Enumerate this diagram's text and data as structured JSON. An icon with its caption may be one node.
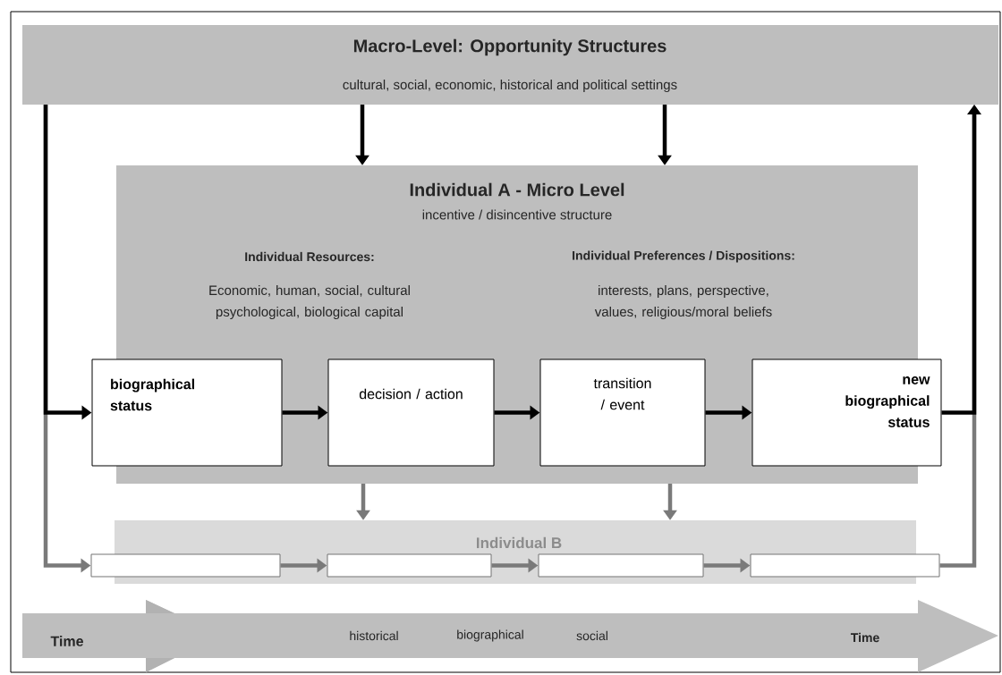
{
  "diagram": {
    "nodes": [
      {
        "text": [
          "Macro-Level: Opportunity Structures",
          "cultural, social, economic, historical and political settings"
        ]
      },
      {
        "text": [
          "Individual A - Micro Level",
          "incentive / disincentive structure",
          "Individual Resources:",
          "Economic, human, social, cultural psychological, biological capital",
          "Individual Preferences / Dispositions:",
          "interests, plans, perspective, values, religious/moral beliefs"
        ]
      },
      {
        "text": [
          "biographical status"
        ]
      },
      {
        "text": [
          "decision / action"
        ],
        "in": 1
      },
      {
        "text": [
          "transition / event"
        ],
        "in": 1
      },
      {
        "text": [
          "new biographical status"
        ]
      },
      {
        "text": [
          "Individual B"
        ]
      },
      {
        "text": [],
        "shape": "box"
      },
      {
        "text": [],
        "shape": "box",
        "in": 6
      },
      {
        "text": [],
        "shape": "box",
        "in": 6
      },
      {
        "text": [],
        "shape": "box"
      },
      {
        "text": [
          "Time",
          "historical",
          "biographical",
          "social",
          "Time"
        ]
      }
    ],
    "edges": [
      {
        "from": 0,
        "to": 1,
        "arrow": "to"
      },
      {
        "from": 0,
        "to": 1,
        "arrow": "to"
      },
      {
        "from": 0,
        "to": 2,
        "arrow": "to"
      },
      {
        "from": 2,
        "to": 3,
        "arrow": "to"
      },
      {
        "from": 3,
        "to": 4,
        "arrow": "to"
      },
      {
        "from": 4,
        "to": 5,
        "arrow": "to"
      },
      {
        "from": 5,
        "to": 0,
        "arrow": "to"
      },
      {
        "from": 1,
        "to": 6,
        "arrow": "to",
        "color": "#7a7a7a"
      },
      {
        "from": 1,
        "to": 6,
        "arrow": "to",
        "color": "#7a7a7a"
      },
      {
        "from": 0,
        "to": 7,
        "arrow": "to",
        "color": "#7a7a7a"
      },
      {
        "from": 7,
        "to": 8,
        "arrow": "to",
        "color": "#7a7a7a"
      },
      {
        "from": 8,
        "to": 9,
        "arrow": "to",
        "color": "#7a7a7a"
      },
      {
        "from": 9,
        "to": 10,
        "arrow": "to",
        "color": "#7a7a7a"
      },
      {
        "from": 10,
        "to": 0,
        "arrow": "to",
        "color": "#7a7a7a"
      }
    ]
  }
}
